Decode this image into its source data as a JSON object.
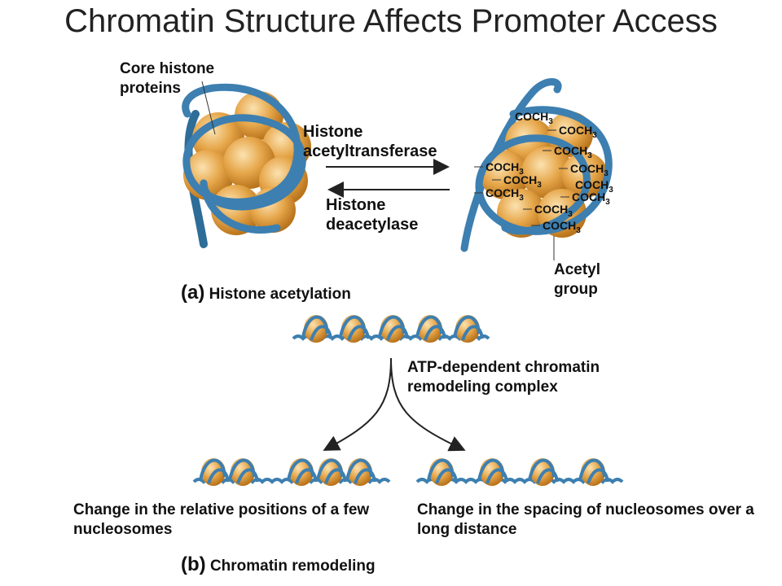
{
  "title": "Chromatin Structure Affects Promoter Access",
  "part_a": {
    "core_histone_label": "Core histone proteins",
    "forward_enzyme": "Histone acetyltransferase",
    "reverse_enzyme": "Histone deacetylase",
    "acetyl_group_label": "Acetyl group",
    "group_formula": "COCH",
    "group_subscript": "3",
    "panel_letter": "(a)",
    "panel_caption": "Histone acetylation"
  },
  "part_b": {
    "remodeler_label": "ATP-dependent chromatin remodeling complex",
    "left_outcome": "Change in the relative positions of a few nucleosomes",
    "right_outcome": "Change in the spacing of nucleosomes over a long distance",
    "panel_letter": "(b)",
    "panel_caption": "Chromatin remodeling"
  },
  "colors": {
    "dna": "#3d7fb0",
    "histone": "#e3a348",
    "text": "#111111"
  }
}
